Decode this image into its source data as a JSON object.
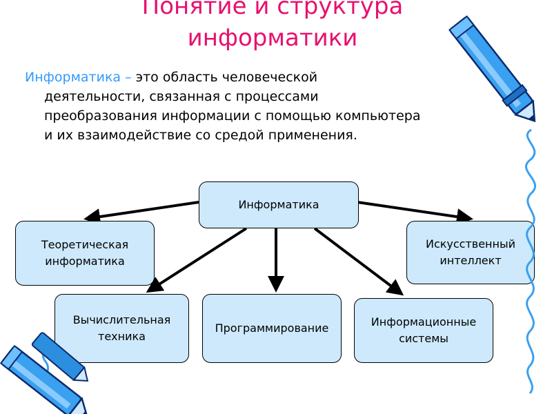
{
  "slide": {
    "title_line1": "Понятие и структура",
    "title_line2": "информатики"
  },
  "definition": {
    "term": "Информатика",
    "dash": " – ",
    "text_line1": "это область человеческой",
    "text_line2": "деятельности, связанная с процессами",
    "text_line3": "преобразования информации с помощью компьютера",
    "text_line4": "и их взаимодействие со средой применения."
  },
  "diagram": {
    "root": {
      "label": "Информатика"
    },
    "nodes": {
      "theoretical_line1": "Теоретическая",
      "theoretical_line2": "информатика",
      "ai_line1": "Искусственный",
      "ai_line2": "интеллект",
      "computing_line1": "Вычислительная",
      "computing_line2": "техника",
      "programming": "Программирование",
      "infosys_line1": "Информационные",
      "infosys_line2": "системы"
    }
  },
  "colors": {
    "title": "#e8106e",
    "term": "#3399ff",
    "box_fill": "#cde9fb",
    "pen_body": "#3aa0f0",
    "pen_dark": "#0a2a6e"
  },
  "icons": [
    "pen-icon-top-right",
    "pen-icon-bottom-left"
  ]
}
